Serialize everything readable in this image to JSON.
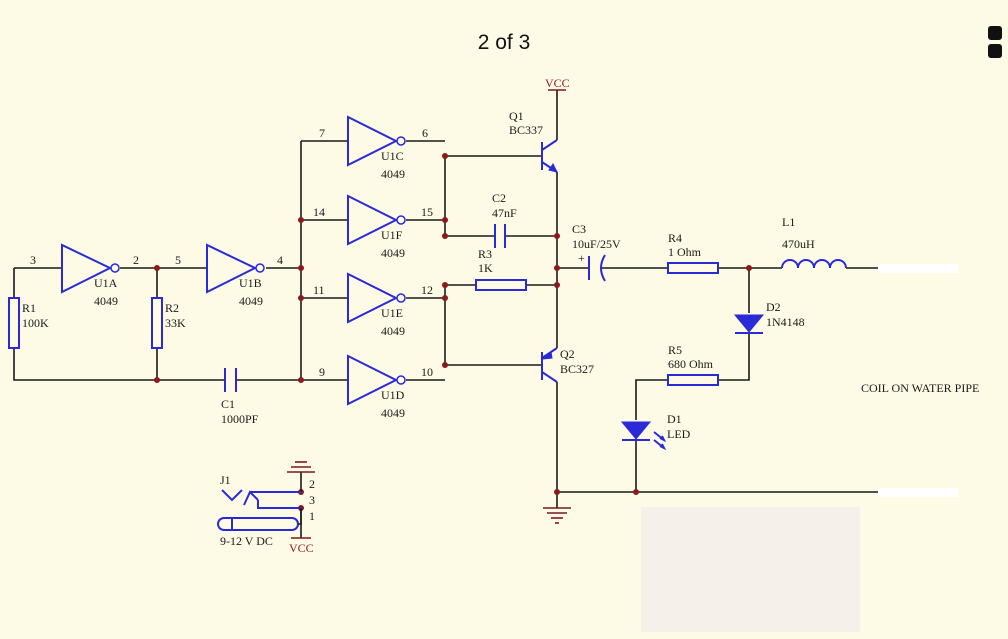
{
  "header": {
    "page_indicator": "2 of 3"
  },
  "schematic": {
    "vcc_top": "VCC",
    "vcc_bottom": "VCC",
    "coil_label": "COIL ON WATER PIPE",
    "inverters": [
      {
        "ref": "U1A",
        "part": "4049",
        "pin_in": "3",
        "pin_out": "2"
      },
      {
        "ref": "U1B",
        "part": "4049",
        "pin_in": "5",
        "pin_out": "4"
      },
      {
        "ref": "U1C",
        "part": "4049",
        "pin_in": "7",
        "pin_out": "6"
      },
      {
        "ref": "U1F",
        "part": "4049",
        "pin_in": "14",
        "pin_out": "15"
      },
      {
        "ref": "U1E",
        "part": "4049",
        "pin_in": "11",
        "pin_out": "12"
      },
      {
        "ref": "U1D",
        "part": "4049",
        "pin_in": "9",
        "pin_out": "10"
      }
    ],
    "components": {
      "r1": {
        "ref": "R1",
        "value": "100K"
      },
      "r2": {
        "ref": "R2",
        "value": "33K"
      },
      "r3": {
        "ref": "R3",
        "value": "1K"
      },
      "r4": {
        "ref": "R4",
        "value": "1 Ohm"
      },
      "r5": {
        "ref": "R5",
        "value": "680 Ohm"
      },
      "c1": {
        "ref": "C1",
        "value": "1000PF"
      },
      "c2": {
        "ref": "C2",
        "value": "47nF"
      },
      "c3": {
        "ref": "C3",
        "value": "10uF/25V",
        "polarity": "+"
      },
      "l1": {
        "ref": "L1",
        "value": "470uH"
      },
      "q1": {
        "ref": "Q1",
        "value": "BC337"
      },
      "q2": {
        "ref": "Q2",
        "value": "BC327"
      },
      "d1": {
        "ref": "D1",
        "value": "LED"
      },
      "d2": {
        "ref": "D2",
        "value": "1N4148"
      },
      "j1": {
        "ref": "J1",
        "value": "9-12 V DC",
        "pins": [
          "2",
          "3",
          "1"
        ]
      }
    }
  },
  "colors": {
    "wire": "#1a1a1a",
    "component": "#2a2ad6",
    "junction": "#8b1a1a",
    "background": "#fdfbe6"
  }
}
